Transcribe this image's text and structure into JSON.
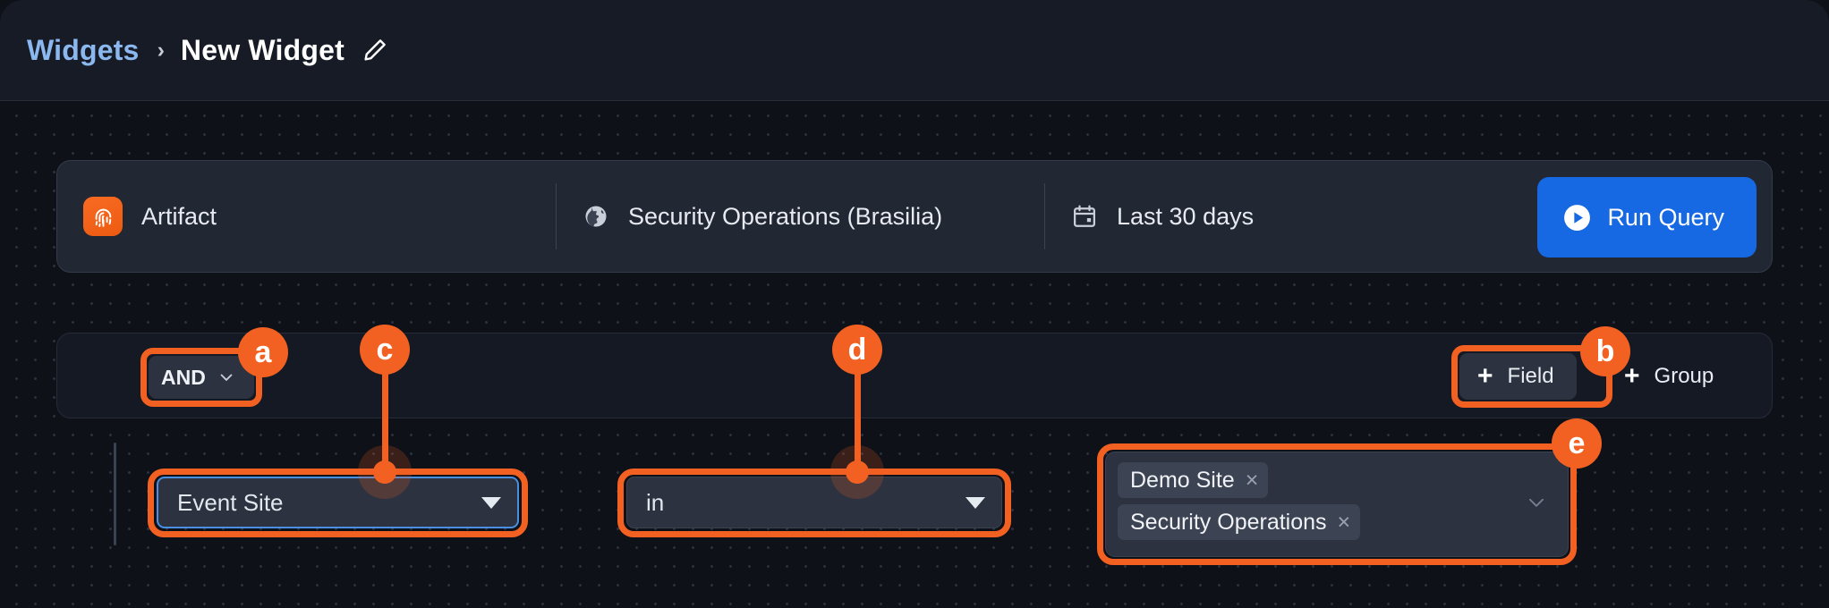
{
  "header": {
    "breadcrumb_parent": "Widgets",
    "breadcrumb_separator": "›",
    "breadcrumb_current": "New Widget",
    "edit_icon": "pencil-icon"
  },
  "query_bar": {
    "artifact": {
      "icon": "fingerprint-icon",
      "label": "Artifact"
    },
    "source": {
      "icon": "globe-icon",
      "label": "Security Operations (Brasilia)"
    },
    "date": {
      "icon": "calendar-icon",
      "label": "Last 30 days"
    },
    "run_query": {
      "icon": "play-icon",
      "label": "Run Query"
    }
  },
  "filter_bar": {
    "logic_operator": "AND",
    "logic_caret": "chevron-down-icon",
    "add_field": {
      "plus": "+",
      "label": "Field"
    },
    "add_group": {
      "plus": "+",
      "label": "Group"
    }
  },
  "condition": {
    "field": {
      "value": "Event Site",
      "caret": "caret-down-icon"
    },
    "operator": {
      "value": "in",
      "caret": "caret-down-icon"
    },
    "values": {
      "tags": [
        {
          "label": "Demo Site",
          "remove": "×"
        },
        {
          "label": "Security Operations",
          "remove": "×"
        }
      ],
      "caret": "chevron-down-icon"
    }
  },
  "annotations": [
    {
      "key": "a",
      "label": "a"
    },
    {
      "key": "b",
      "label": "b"
    },
    {
      "key": "c",
      "label": "c"
    },
    {
      "key": "d",
      "label": "d"
    },
    {
      "key": "e",
      "label": "e"
    }
  ],
  "colors": {
    "accent_orange": "#f26122",
    "primary_blue": "#1668e3",
    "link_blue": "#8cb8f0",
    "focus_blue": "#4a90e2",
    "page_bg": "#0e1117",
    "panel_bg": "#222734"
  }
}
